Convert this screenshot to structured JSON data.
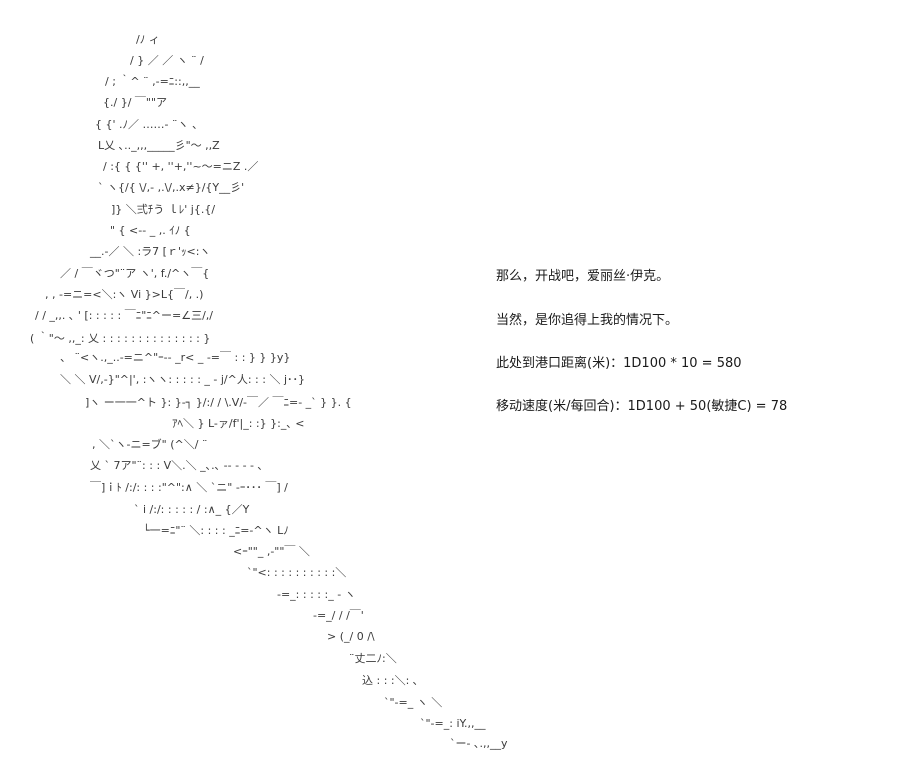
{
  "art_lines": [
    "/ﾉ ィ",
    "/ } ／ ／ ヽ ¨ /",
    "/ ; ｀^ ¨ ,-=ﾆ::,,__",
    "{./ }/ ￣\"\"ア",
    "{ {' .ﾉ／ ……- ¨ヽ 、",
    "L乂 ､.._,,,_____彡\"～ ,,Z",
    "/ :{ { {'' +, ''+,''~～=ニZ .／",
    "` ヽ{/{ \\/,- ,.\\/,.x≠}/{Y__彡'",
    "]} ＼弍ﾁう ｌﾚ' j{.{/",
    "\" { <-- _ ,. ｲﾉ {",
    "__.-／ ＼ :ラ7 [ｒ'ｯ<:ヽ",
    "／ / ￣ヾつ\"¨ア ヽ', f./^ヽ￣{",
    ", , -=ニ=<＼:ヽ Vi }>L{￣/, .)",
    "/ / _,,. ､ ' [: : : : : ￣ﾆ\"ﾆ^ー=∠三/,/",
    "( ｀\"～ ,,_: 乂 : : : : : : : : : : : : : : }",
    "、 ¨<ヽ.,_..-=ニ^\"ｰ-- _r< _ -=￣ : : } } }y}",
    "＼ ＼ V/,-}\"^|', :ヽヽ: : : : : _ - j/^人: : : ＼ j･･}",
    "]ヽ ー一一^ト }: }-┐ }/:/ / \\.V/-￣／ ￣ﾆ=- _` } }. {",
    "ｱﾍ＼ } L-ァ/f'|_: :} }:_､ <",
    ", ＼`ヽ-ニ=ブ\" (^＼/ ¨",
    "乂 ` 7ア\"¨: : : V＼.＼ _､.､ -- - - - ､",
    "￣]ｉﾄ /:/: : : :\"^\":∧ ＼ `ニ\" -ｰ･･･ ￣] /",
    "` i /:/: : : : : / :∧_ {／Y",
    "└一=ﾆ\"¨ ＼: : : : _ﾆ=-^ヽ Lﾉ",
    "<ｰ\"\"_ ,-\"\"￣ ＼",
    "`\"<: : : : : : : : : :＼",
    "-=_: : : : :_ - ヽ",
    "-=_/ / /￣'",
    "> (_/ 0 /\\",
    "¨丈二ﾉ:＼",
    "込 : : :＼: ､",
    "`\"-=_ ヽ ＼",
    "`\"-=_: iY.,,__",
    "`ー- ､.,,__y"
  ],
  "dialog": [
    "那么，开战吧，爱丽丝·伊克。",
    "当然，是你追得上我的情况下。",
    "此处到港口距离(米)：1D100 * 10 = 580",
    "移动速度(米/每回合)：1D100 + 50(敏捷C) = 78"
  ]
}
